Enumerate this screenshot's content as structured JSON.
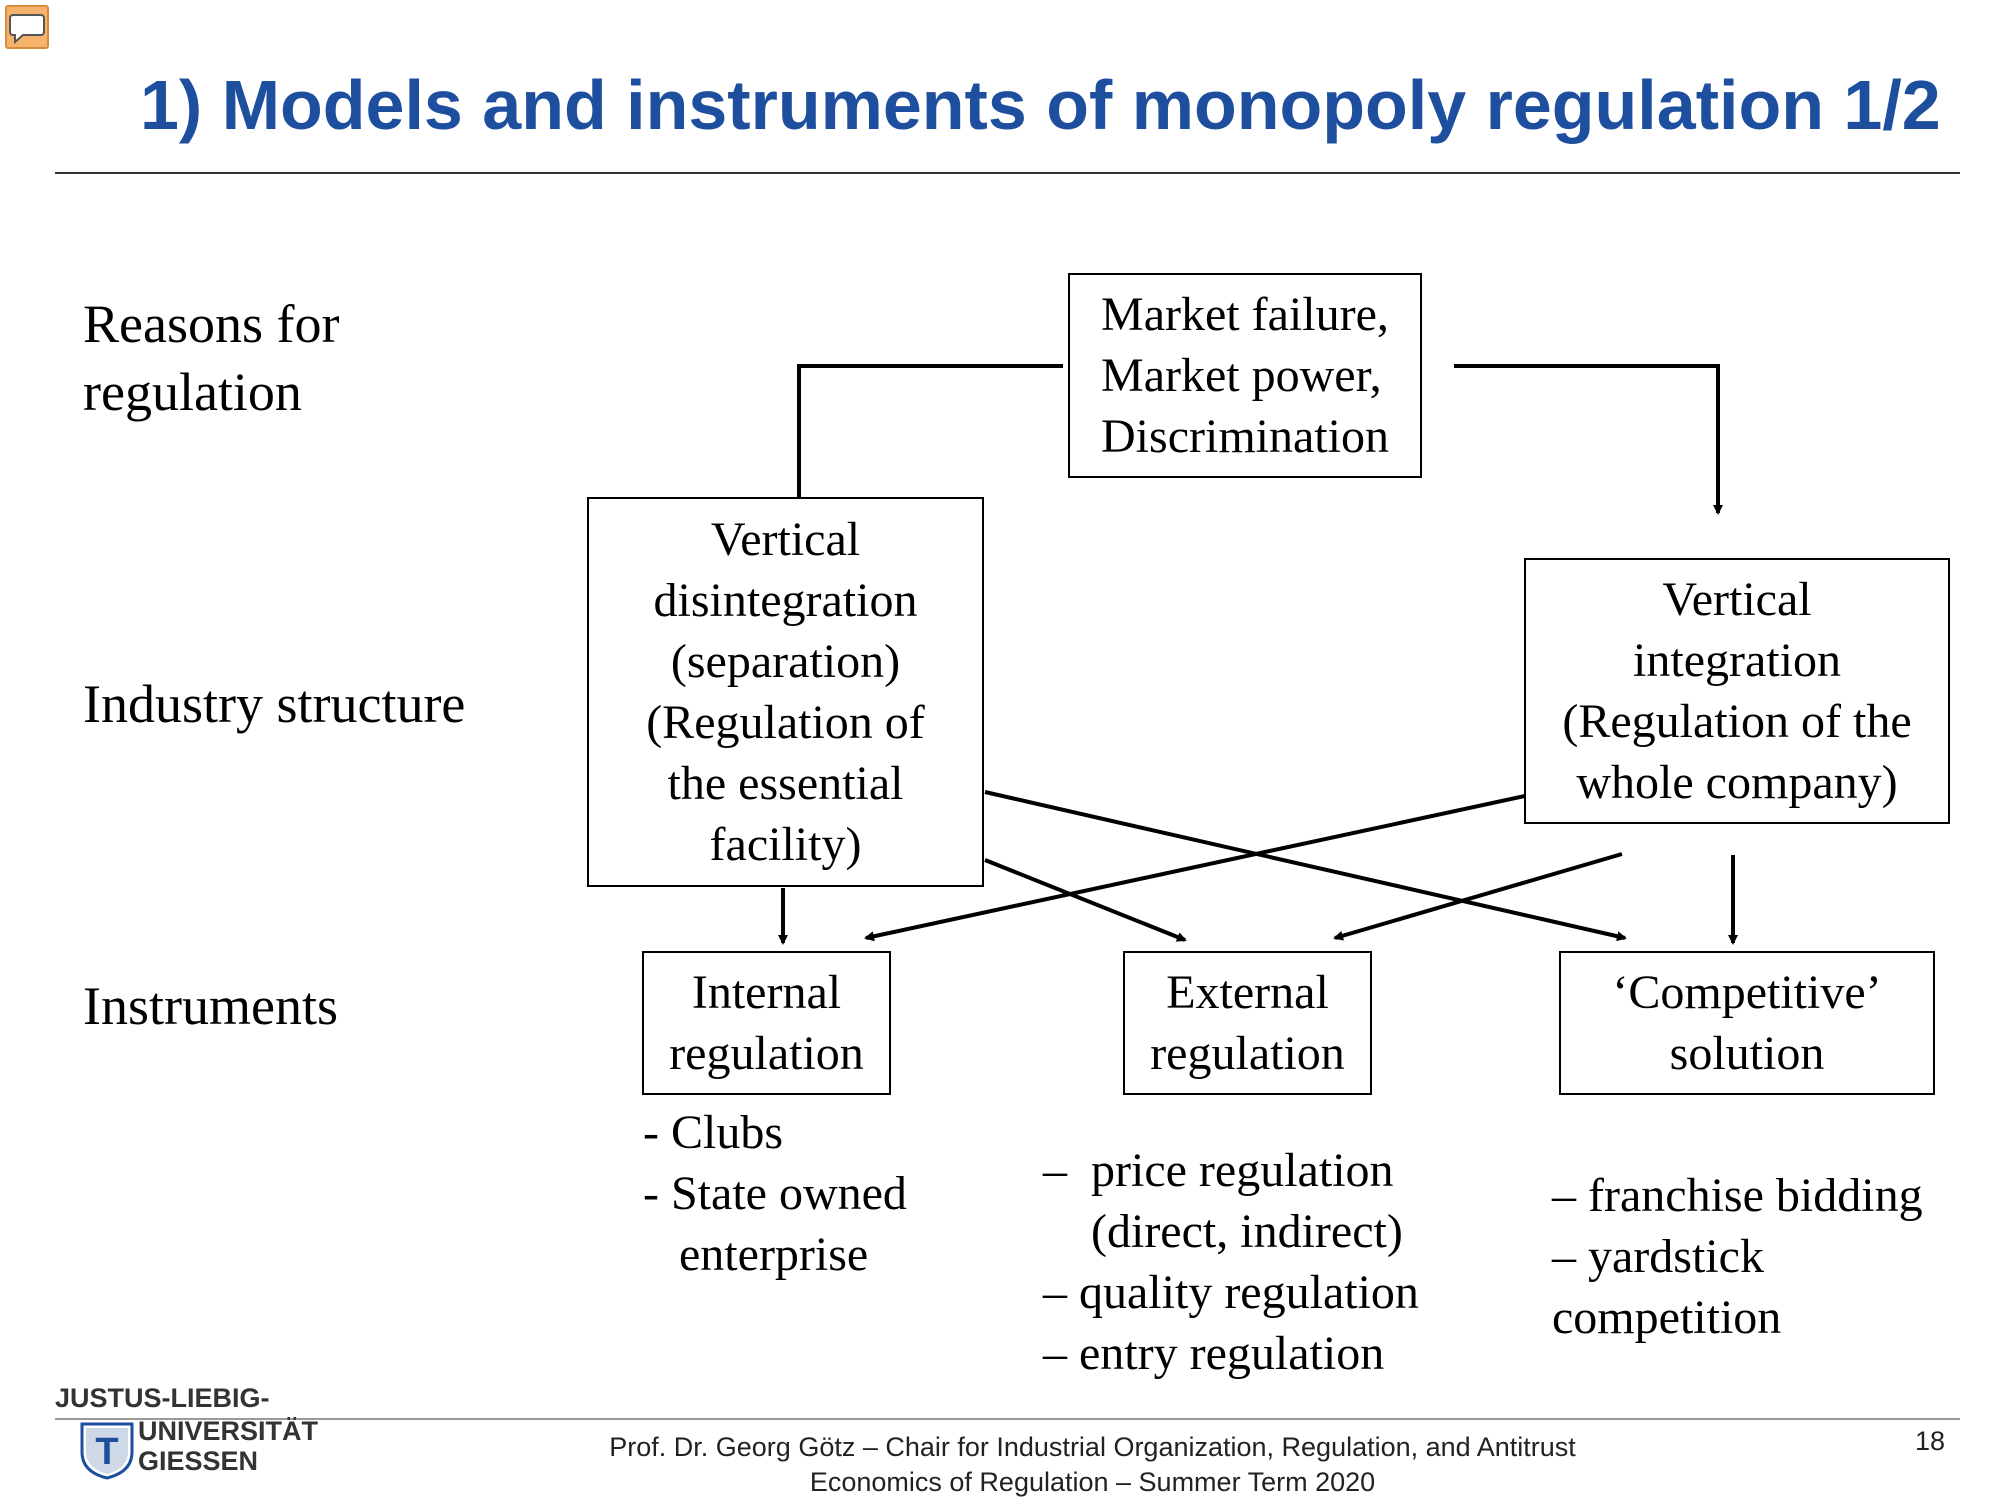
{
  "title": "1) Models and instruments of monopoly regulation 1/2",
  "row_labels": {
    "reasons": "Reasons for\nregulation",
    "structure": "Industry structure",
    "instruments": "Instruments"
  },
  "boxes": {
    "market_failure": "Market failure,\nMarket power,\nDiscrimination",
    "vertical_disintegration": "Vertical\ndisintegration\n(separation)\n(Regulation of\nthe essential\nfacility)",
    "vertical_integration": "Vertical\nintegration\n(Regulation of the\nwhole company)",
    "internal_regulation": "Internal\nregulation",
    "external_regulation": "External\nregulation",
    "competitive_solution": "‘Competitive’\nsolution"
  },
  "lists": {
    "internal": "- Clubs\n- State owned\n   enterprise",
    "external": "–  price regulation\n    (direct, indirect)\n– quality regulation\n– entry regulation",
    "competitive": "– franchise bidding\n– yardstick\ncompetition"
  },
  "footer": {
    "university_line1": "JUSTUS-LIEBIG-",
    "university_line2": "UNIVERSITÄT",
    "university_line3": "GIESSEN",
    "logo_letter": "T",
    "credit_line1": "Prof. Dr. Georg Götz – Chair for Industrial Organization, Regulation, and Antitrust",
    "credit_line2": "Economics of Regulation – Summer Term  2020",
    "page_number": "18"
  },
  "colors": {
    "title": "#1e4f9e",
    "comment_icon": "#f6b36b"
  },
  "icons": {
    "comment": "speech-bubble-icon",
    "logo": "university-shield-logo"
  }
}
